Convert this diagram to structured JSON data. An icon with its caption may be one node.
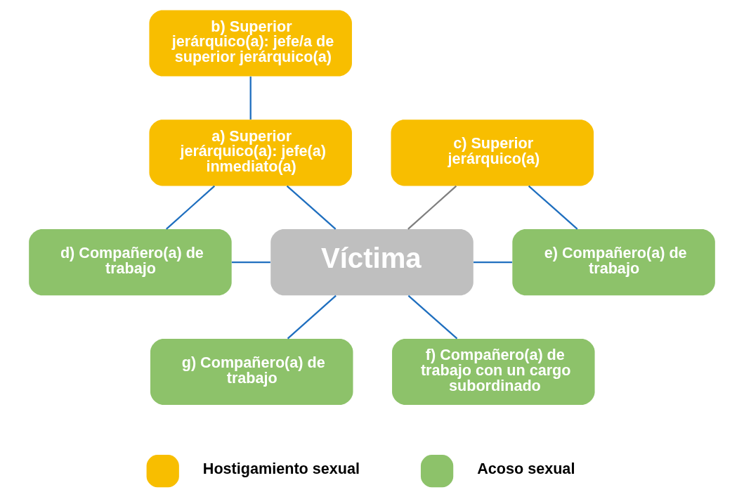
{
  "diagram": {
    "nodes": [
      {
        "text": [
          "b) Superior jerárquico(a): jefe/a de superior jerárquico(a)"
        ]
      },
      {
        "text": [
          "a) Superior jerárquico(a): jefe(a) inmediato(a)"
        ]
      },
      {
        "text": [
          "c) Superior jerárquico(a)"
        ]
      },
      {
        "text": [
          "d) Compañero(a) de trabajo"
        ]
      },
      {
        "text": [
          "Víctima"
        ]
      },
      {
        "text": [
          "e) Compañero(a) de trabajo"
        ]
      },
      {
        "text": [
          "g) Compañero(a) de trabajo"
        ]
      },
      {
        "text": [
          "f) Compañero(a) de trabajo con un cargo subordinado"
        ]
      }
    ],
    "edges": [
      {
        "from": 0,
        "to": 1,
        "arrow": "none"
      },
      {
        "from": 1,
        "to": 3,
        "arrow": "none"
      },
      {
        "from": 1,
        "to": 4,
        "arrow": "none"
      },
      {
        "from": 2,
        "to": 4,
        "arrow": "none",
        "color": "#7f7f7f"
      },
      {
        "from": 2,
        "to": 5,
        "arrow": "none"
      },
      {
        "from": 3,
        "to": 4,
        "arrow": "none"
      },
      {
        "from": 4,
        "to": 5,
        "arrow": "none"
      },
      {
        "from": 4,
        "to": 6,
        "arrow": "none"
      },
      {
        "from": 4,
        "to": 7,
        "arrow": "none"
      }
    ],
    "legend": [
      {
        "text": "Hostigamiento sexual",
        "color": "#f8be00"
      },
      {
        "text": "Acoso sexual",
        "color": "#8dc26a"
      }
    ]
  }
}
